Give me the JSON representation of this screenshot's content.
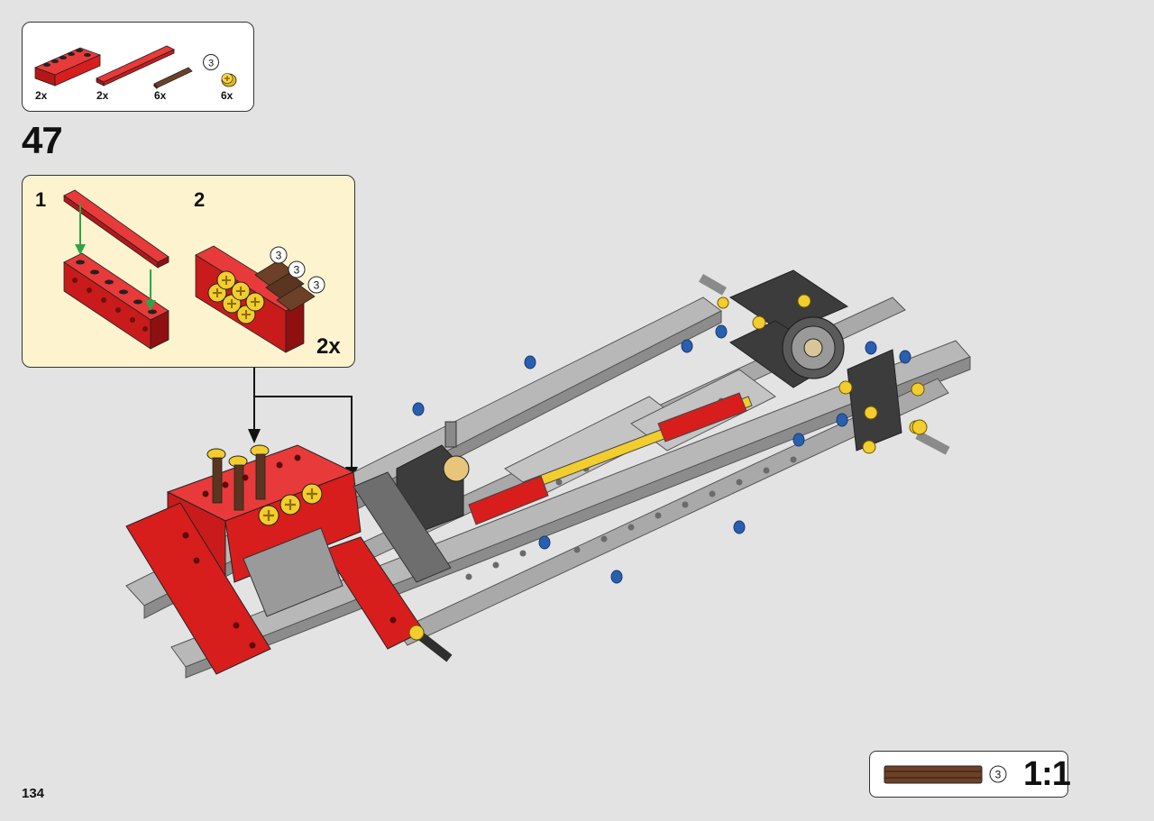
{
  "parts_list": {
    "items": [
      {
        "name": "red-beam-brick-1x6-icon",
        "quantity": "2x"
      },
      {
        "name": "red-plate-1x6-icon",
        "quantity": "2x"
      },
      {
        "name": "brown-axle-3-icon",
        "quantity": "6x",
        "length": "3"
      },
      {
        "name": "yellow-bush-icon",
        "quantity": "6x"
      }
    ]
  },
  "step": {
    "number": "47"
  },
  "substeps": {
    "first_label": "1",
    "second_label": "2",
    "multiplier": "2x",
    "axle_length": "3"
  },
  "reference": {
    "axle_length": "3",
    "scale": "1:1"
  },
  "page": {
    "number": "134"
  },
  "colors": {
    "red": "#d81d1d",
    "brown": "#5b3520",
    "yellow": "#f2cd2e",
    "grey": "#a3a3a3",
    "dark_grey": "#3c3c3c",
    "blue": "#2a5fb0",
    "callout_bg": "#fdf4cf"
  }
}
